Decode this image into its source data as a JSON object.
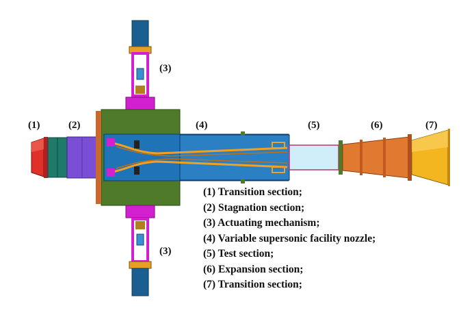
{
  "callouts": {
    "c1": "(1)",
    "c2": "(2)",
    "c3_top": "(3)",
    "c3_bottom": "(3)",
    "c4": "(4)",
    "c5": "(5)",
    "c6": "(6)",
    "c7": "(7)"
  },
  "legend": [
    "(1) Transition section;",
    "(2) Stagnation section;",
    "(3) Actuating mechanism;",
    "(4) Variable supersonic facility nozzle;",
    "(5) Test section;",
    "(6) Expansion section;",
    "(7) Transition section;"
  ],
  "colors": {
    "transition_inlet": "#e0302a",
    "stagnation_teal": "#1f7a6a",
    "stagnation_purple": "#7a4fd6",
    "nozzle_frame": "#4f7a2a",
    "nozzle_body": "#1f74b8",
    "nozzle_contour": "#f2a020",
    "actuator_shaft": "#1a5f8f",
    "actuator_frame": "#d21fd0",
    "test_section": "#cfeefa",
    "expansion": "#e07a30",
    "transition_outlet": "#f3b520"
  }
}
